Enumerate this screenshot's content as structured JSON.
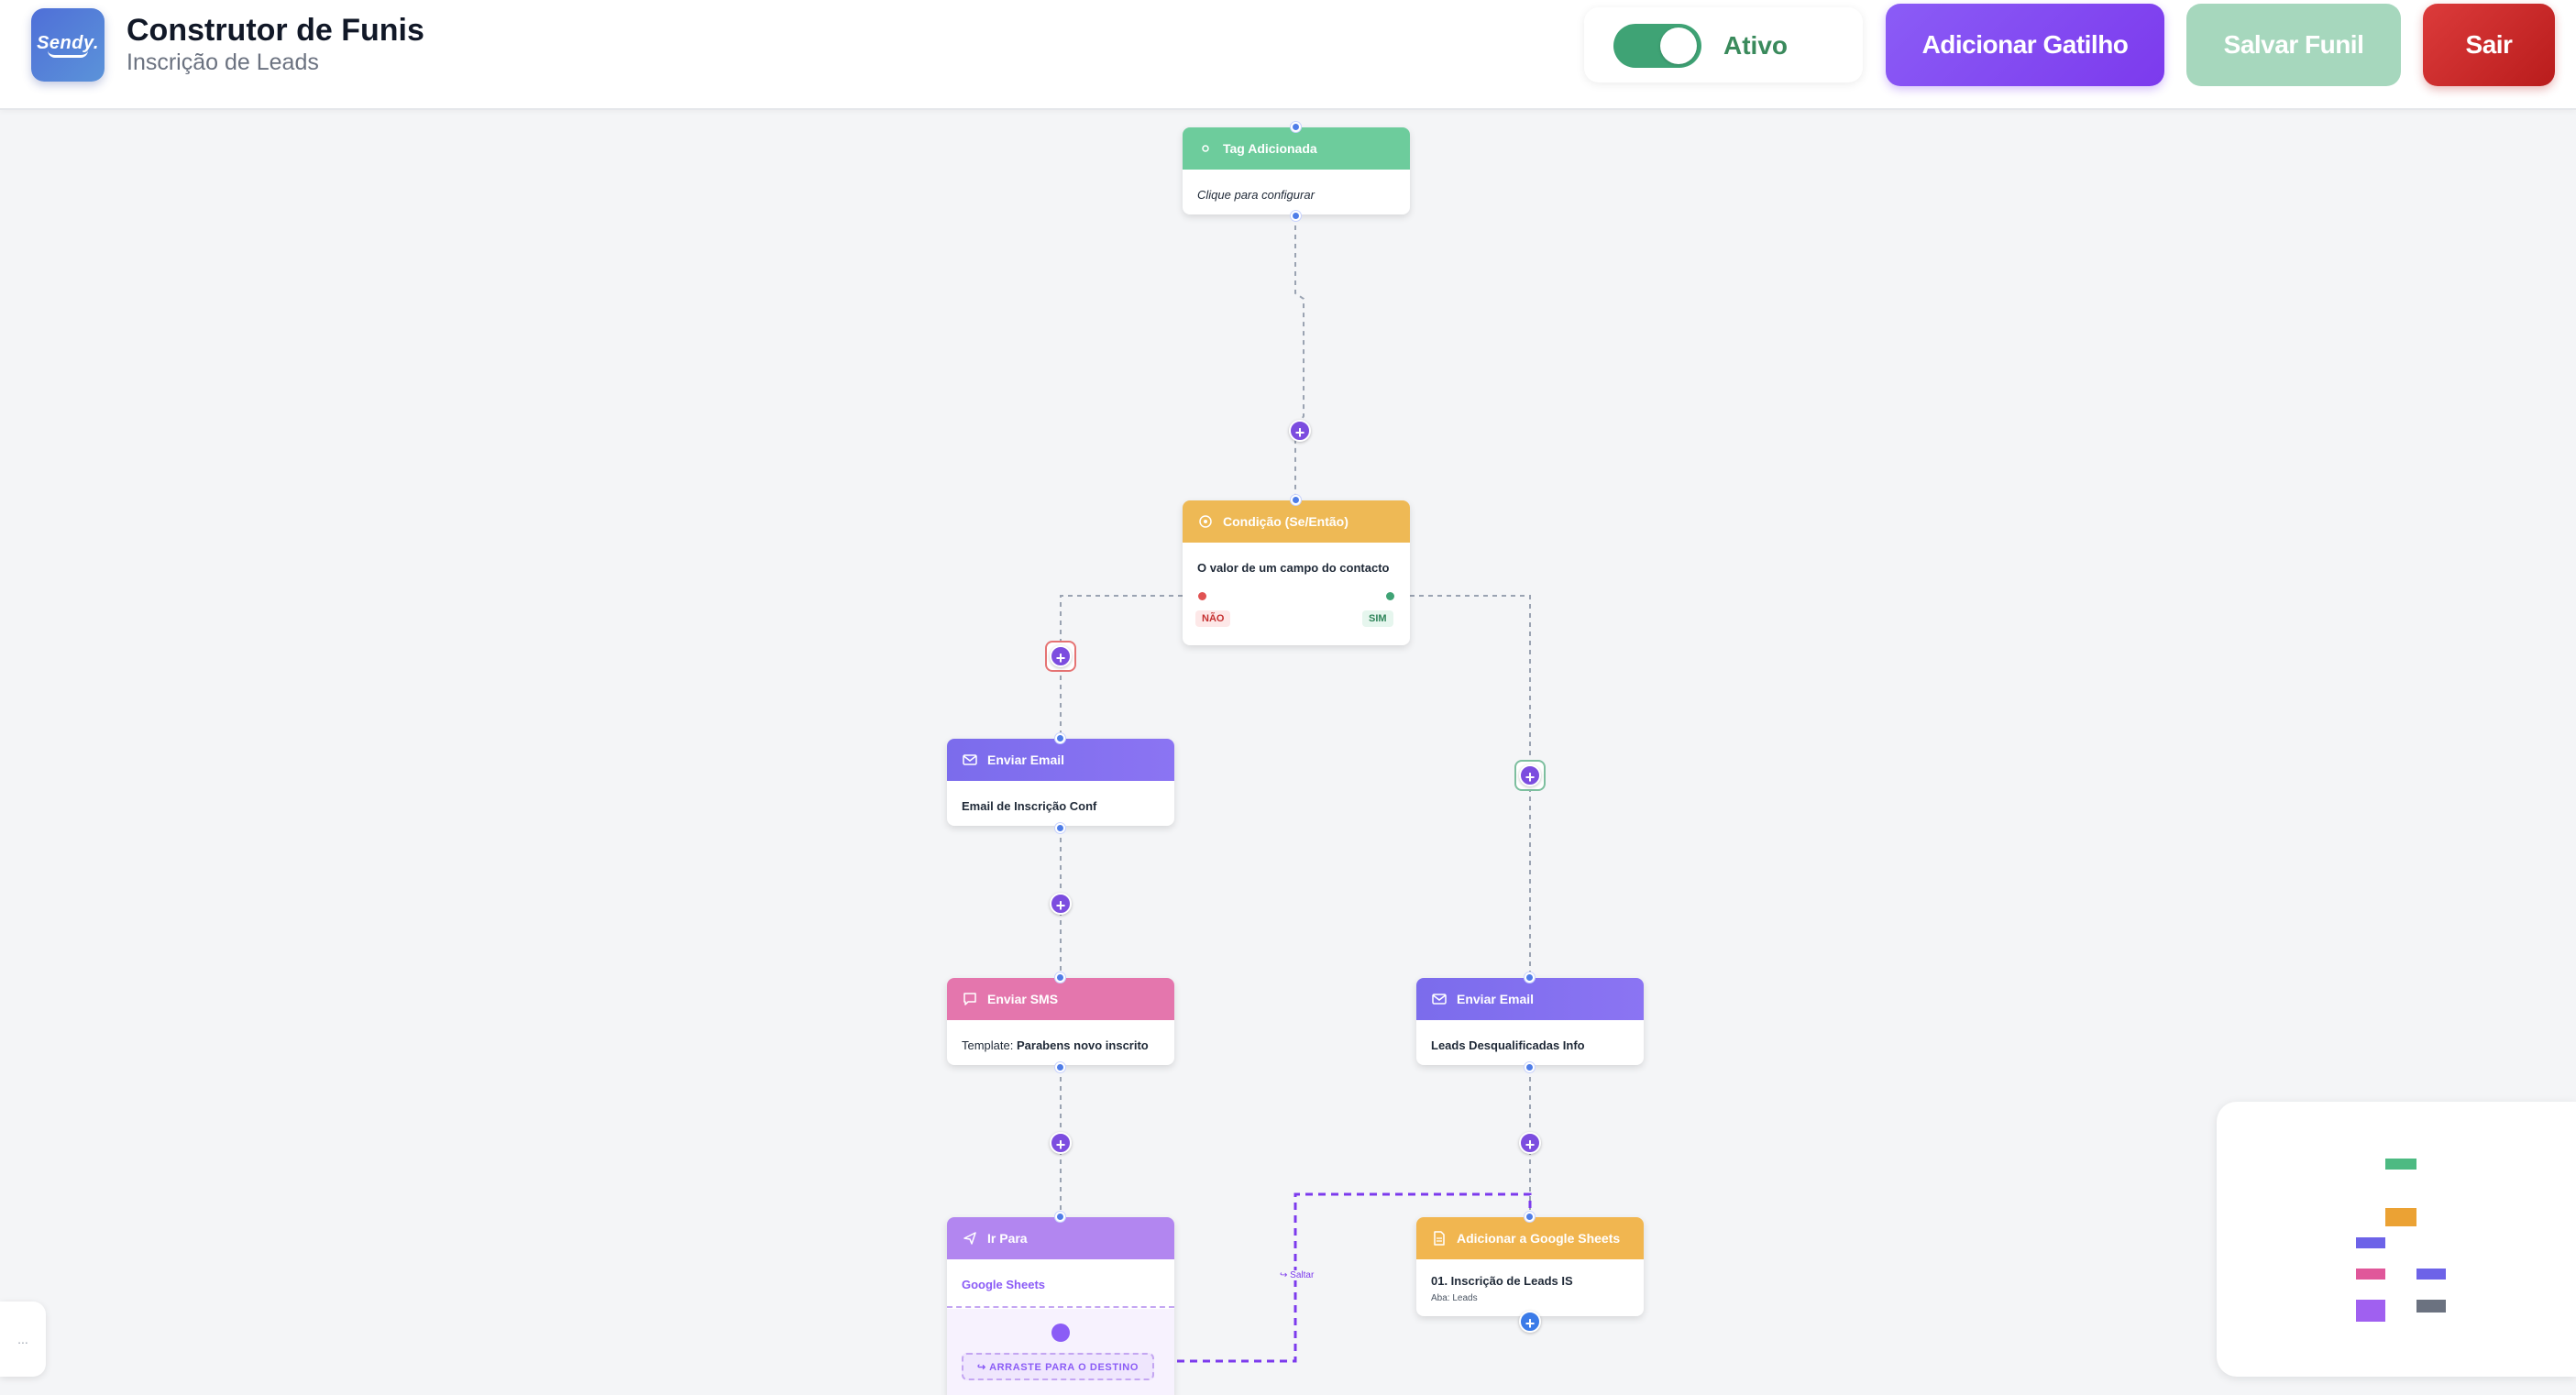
{
  "header": {
    "logo_text": "Sendy.",
    "title": "Construtor de Funis",
    "subtitle": "Inscrição de Leads",
    "toggle_label": "Ativo",
    "toggle_on": true,
    "add_trigger_label": "Adicionar Gatilho",
    "save_label": "Salvar Funil",
    "exit_label": "Sair"
  },
  "nodes": {
    "tag": {
      "title": "Tag Adicionada",
      "body": "Clique para configurar",
      "color": "#6dcc9c"
    },
    "condition": {
      "title": "Condição (Se/Então)",
      "body": "O valor de um campo do contacto",
      "no_label": "NÃO",
      "yes_label": "SIM",
      "color": "#eeb955"
    },
    "email_left": {
      "title": "Enviar Email",
      "body": "Email de Inscrição Conf"
    },
    "sms": {
      "title": "Enviar SMS",
      "body_prefix": "Template: ",
      "body_value": "Parabens novo inscrito"
    },
    "email_right": {
      "title": "Enviar Email",
      "body": "Leads Desqualificadas Info"
    },
    "goto": {
      "title": "Ir Para",
      "body": "Google Sheets",
      "drop_label": "↪ ARRASTE PARA O DESTINO"
    },
    "sheets": {
      "title": "Adicionar a Google Sheets",
      "body": "01. Inscrição de Leads IS",
      "sub": "Aba: Leads"
    }
  },
  "jump_label": "↪ Saltar",
  "left_tab_label": "...",
  "colors": {
    "accent": "#7c3aed",
    "connector": "#9aa3b2",
    "jump": "#7c3aed",
    "active": "#3fa375",
    "danger": "#b91c1c"
  }
}
